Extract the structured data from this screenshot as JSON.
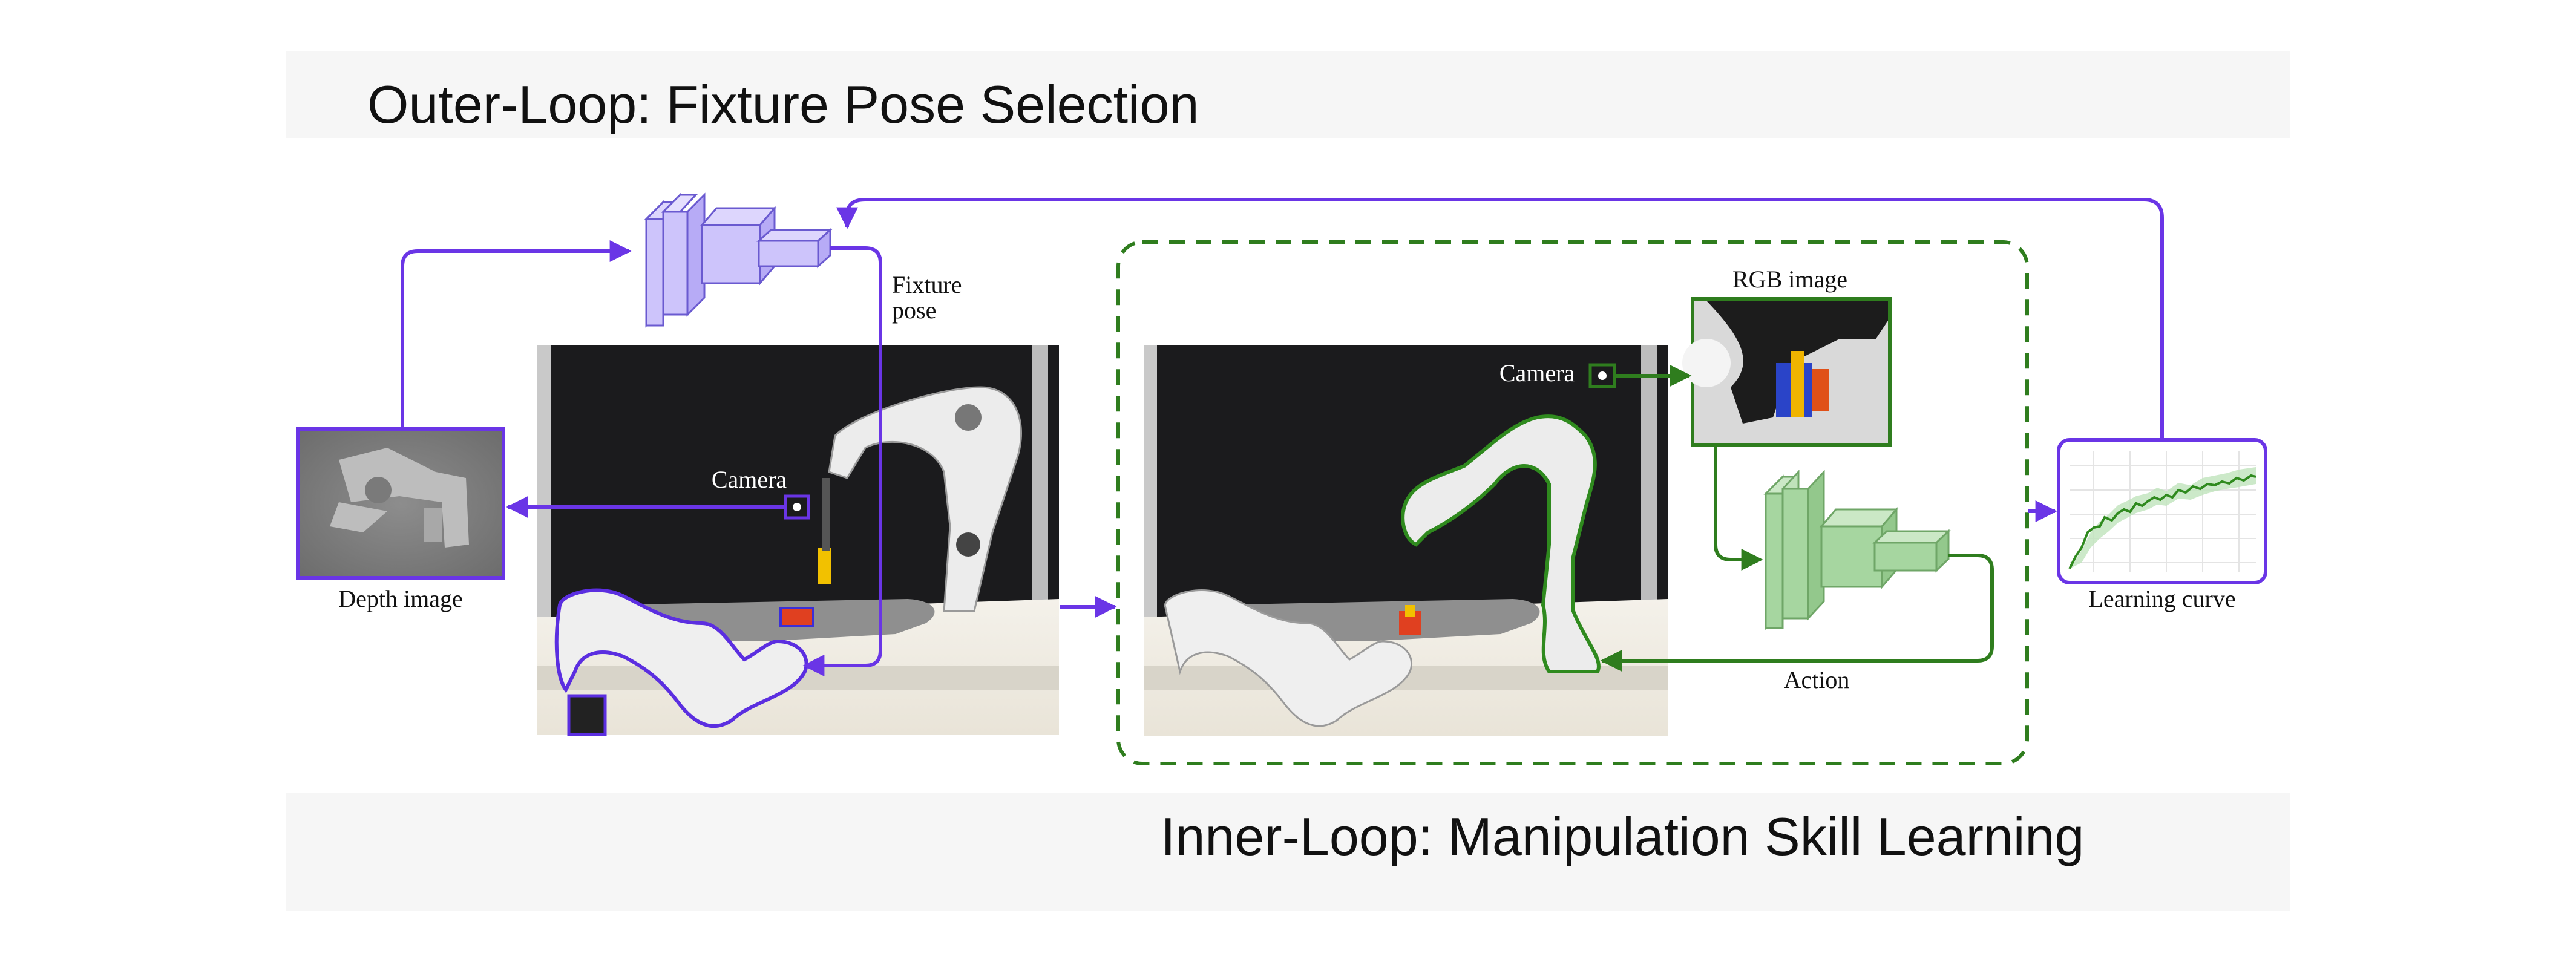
{
  "header": {
    "title": "Outer-Loop: Fixture Pose Selection"
  },
  "footer": {
    "title": "Inner-Loop: Manipulation Skill Learning"
  },
  "outer_loop": {
    "depth_image_label": "Depth image",
    "camera_label": "Camera",
    "fixture_pose_label_line1": "Fixture",
    "fixture_pose_label_line2": "pose"
  },
  "inner_loop": {
    "camera_label": "Camera",
    "rgb_image_label": "RGB image",
    "action_label": "Action"
  },
  "learning_curve": {
    "label": "Learning curve"
  },
  "colors": {
    "outer_loop": "#6a35e6",
    "inner_loop": "#2f7d1e",
    "outer_network": "#cdc4fb",
    "inner_network": "#a6d6a0",
    "banner_bg": "#f6f6f6"
  }
}
